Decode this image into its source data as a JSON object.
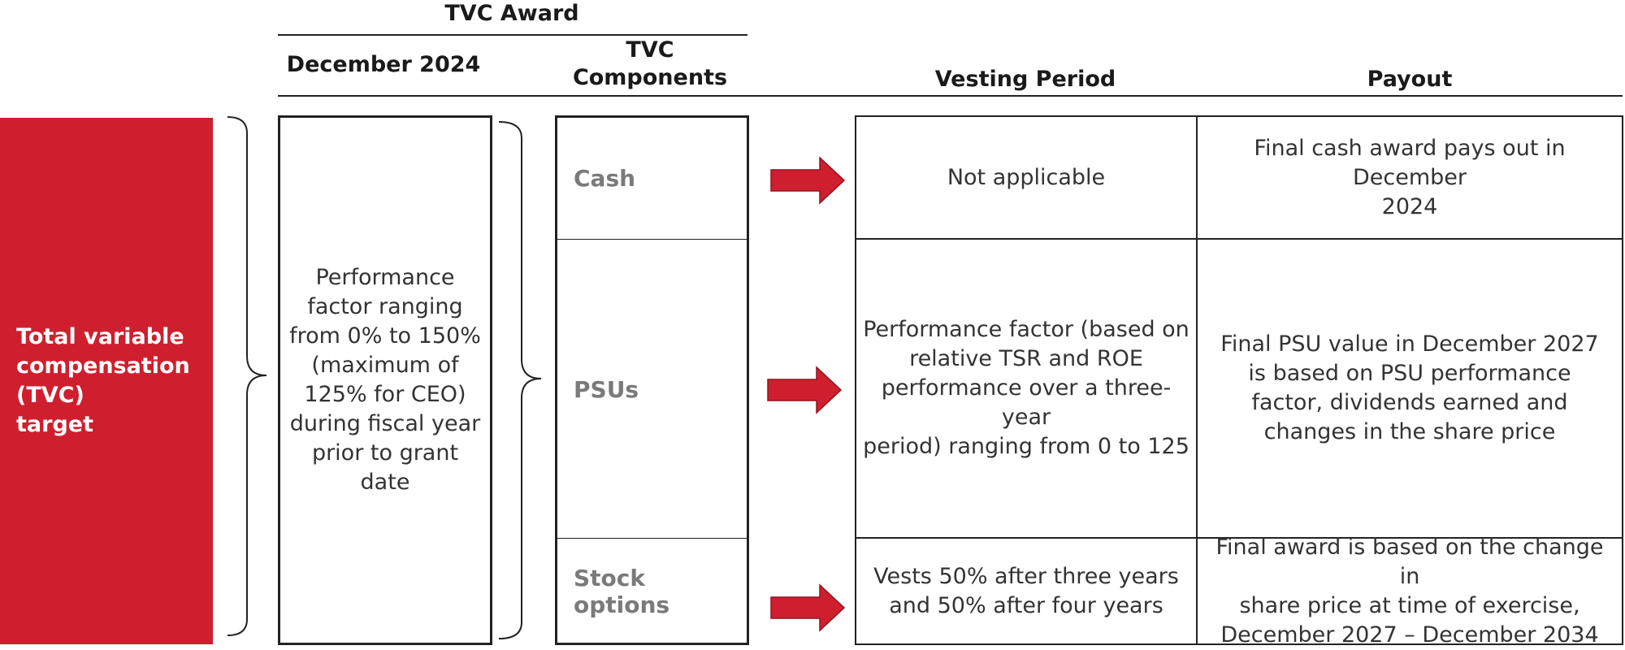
{
  "headers": {
    "tvc_award": "TVC Award",
    "december_2024": "December 2024",
    "tvc_components": "TVC\nComponents",
    "vesting_period": "Vesting Period",
    "payout": "Payout"
  },
  "target": {
    "label": "Total variable\ncompensation\n(TVC)\ntarget"
  },
  "award_description": "Performance\nfactor ranging\nfrom 0% to 150%\n(maximum of\n125% for CEO)\nduring fiscal year\nprior to grant date",
  "components": [
    {
      "name": "Cash",
      "vesting": "Not applicable",
      "payout": "Final cash award pays out in December\n2024"
    },
    {
      "name": "PSUs",
      "vesting": "Performance factor (based on\nrelative TSR and ROE\nperformance over a three-year\nperiod) ranging from 0 to 125",
      "payout": "Final PSU value in December 2027\nis based on PSU performance\nfactor, dividends earned and\nchanges in the share price"
    },
    {
      "name": "Stock options",
      "vesting": "Vests 50% after three years\nand 50% after four years",
      "payout": "Final award is based on the change in\nshare price at time of exercise,\nDecember 2027 – December 2034"
    }
  ],
  "colors": {
    "accent_red": "#cf1f2e",
    "border": "#222222",
    "component_text": "#7a7a7a"
  },
  "icons": {
    "arrow": "right-arrow-icon",
    "brace": "right-brace-icon"
  }
}
